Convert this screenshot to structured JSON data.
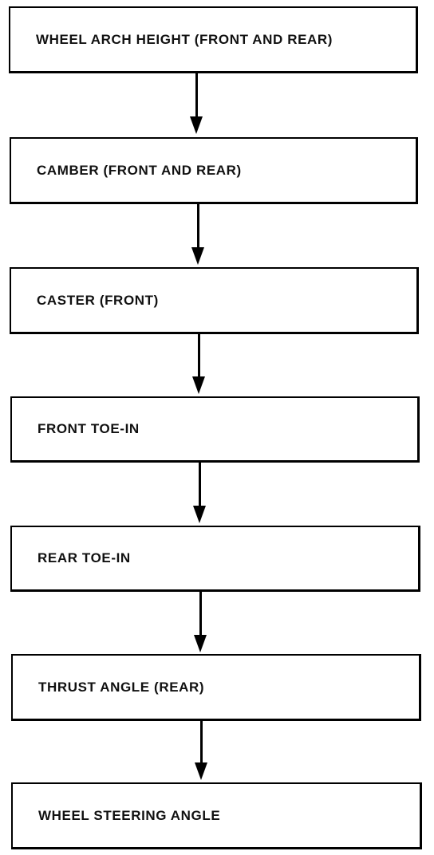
{
  "flowchart": {
    "steps": [
      {
        "label": "WHEEL ARCH HEIGHT (FRONT AND REAR)"
      },
      {
        "label": "CAMBER (FRONT AND REAR)"
      },
      {
        "label": "CASTER (FRONT)"
      },
      {
        "label": "FRONT TOE-IN"
      },
      {
        "label": "REAR TOE-IN"
      },
      {
        "label": "THRUST ANGLE (REAR)"
      },
      {
        "label": "WHEEL STEERING ANGLE"
      }
    ]
  }
}
